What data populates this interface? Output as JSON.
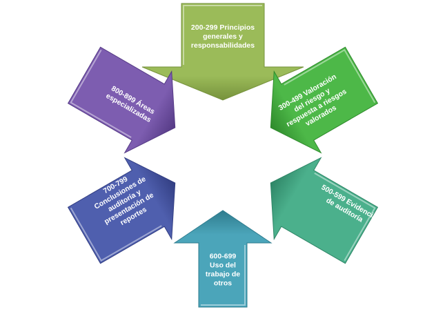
{
  "diagram": {
    "center_label": "",
    "arrows": [
      {
        "id": "200",
        "lines": [
          "200-299 Principios",
          "generales y",
          "responsabilidades"
        ],
        "color": "#9BBB59",
        "dark": "#76923C"
      },
      {
        "id": "300",
        "lines": [
          "300-499 Valoración",
          "del riesgo y",
          "respuesta a riesgos",
          "valorados"
        ],
        "color": "#4DB848",
        "dark": "#2F8A2C"
      },
      {
        "id": "500",
        "lines": [
          "500-599 Evidencia",
          "de auditoría"
        ],
        "color": "#4BB08C",
        "dark": "#2E8566"
      },
      {
        "id": "600",
        "lines": [
          "600-699",
          "Uso del",
          "trabajo de",
          "otros"
        ],
        "color": "#4BA5BA",
        "dark": "#2F7C8E"
      },
      {
        "id": "700",
        "lines": [
          "700-799",
          "Conclusiones de",
          "auditoría y",
          "presentación de",
          "reportes"
        ],
        "color": "#4F5FAE",
        "dark": "#323E82"
      },
      {
        "id": "800",
        "lines": [
          "800-899 Áreas",
          "especializadas"
        ],
        "color": "#7D5DB0",
        "dark": "#553A85"
      }
    ]
  }
}
